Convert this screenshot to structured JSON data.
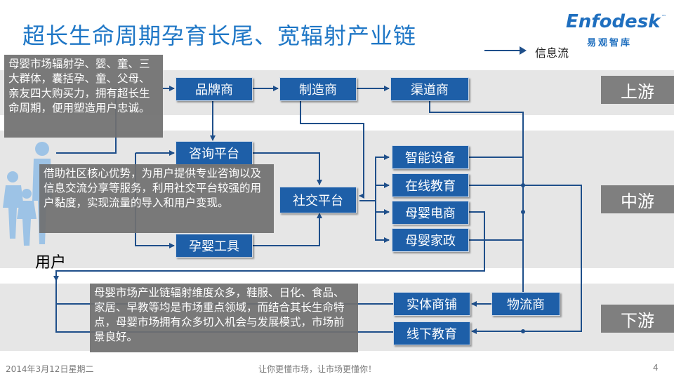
{
  "title": "超长生命周期孕育长尾、宽辐射产业链",
  "logo": {
    "brand": "Enfodesk",
    "tm": "™",
    "cn": "易观智库"
  },
  "legend": {
    "label": "信息流"
  },
  "tiers": {
    "upstream": "上游",
    "midstream": "中游",
    "downstream": "下游"
  },
  "nodes": {
    "brand": "品牌商",
    "manufacturer": "制造商",
    "channel": "渠道商",
    "consult": "咨询平台",
    "tools": "孕婴工具",
    "social": "社交平台",
    "smart_device": "智能设备",
    "online_edu": "在线教育",
    "ecommerce": "母婴电商",
    "housekeeping": "母婴家政",
    "physical_store": "实体商铺",
    "logistics": "物流商",
    "offline_edu": "线下教育"
  },
  "user_label": "用户",
  "notes": {
    "users": "母婴市场辐射孕、婴、童、三大群体，囊括孕、童、父母、亲友四大购买力，拥有超长生命周期，便用塑造用户忠诚。",
    "community": "借助社区核心优势，为用户提供专业咨询以及信息交流分享等服务，利用社交平台较强的用户黏度，实现流量的导入和用户变现。",
    "industry": "母婴市场产业链辐射维度众多，鞋服、日化、食品、家居、早教等均是市场重点领域，而结合其长生命特点，母婴市场拥有众多切入机会与发展模式，市场前景良好。"
  },
  "footer": {
    "date": "2014年3月12日星期二",
    "slogan": "让你更懂市场，让市场更懂你！",
    "page": "4"
  },
  "colors": {
    "title": "#1f77c6",
    "node": "#1e5fa8",
    "line": "#1f4f8a",
    "band": "#e6e6e6",
    "tier": "#7f7f7f"
  }
}
